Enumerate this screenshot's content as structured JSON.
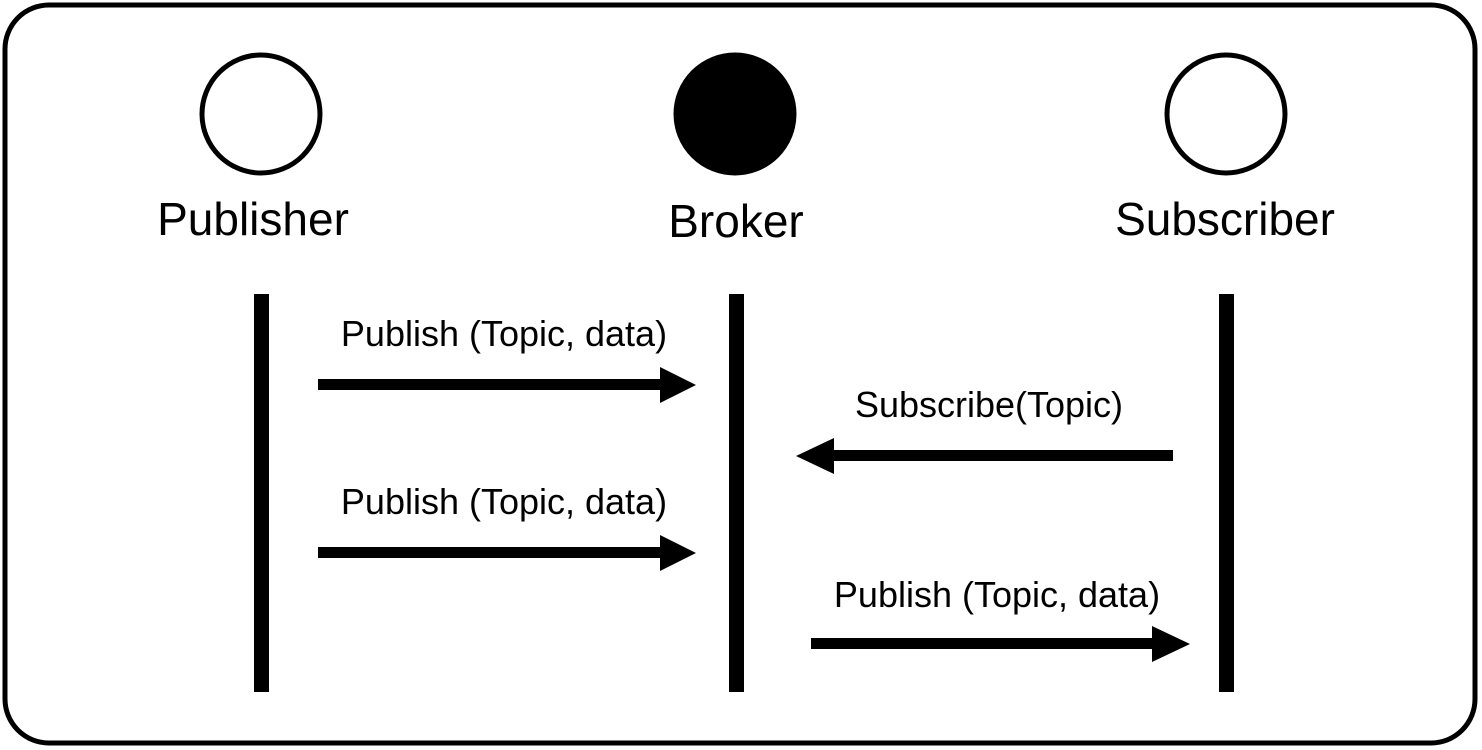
{
  "diagram": {
    "actors": [
      {
        "id": "publisher",
        "label": "Publisher",
        "fill": "#ffffff"
      },
      {
        "id": "broker",
        "label": "Broker",
        "fill": "#000000"
      },
      {
        "id": "subscriber",
        "label": "Subscriber",
        "fill": "#ffffff"
      }
    ],
    "messages": [
      {
        "from": "publisher",
        "to": "broker",
        "label": "Publish (Topic, data)"
      },
      {
        "from": "subscriber",
        "to": "broker",
        "label": "Subscribe(Topic)"
      },
      {
        "from": "publisher",
        "to": "broker",
        "label": "Publish (Topic, data)"
      },
      {
        "from": "broker",
        "to": "subscriber",
        "label": "Publish (Topic, data)"
      }
    ],
    "colors": {
      "stroke": "#000000",
      "background": "#ffffff"
    }
  }
}
